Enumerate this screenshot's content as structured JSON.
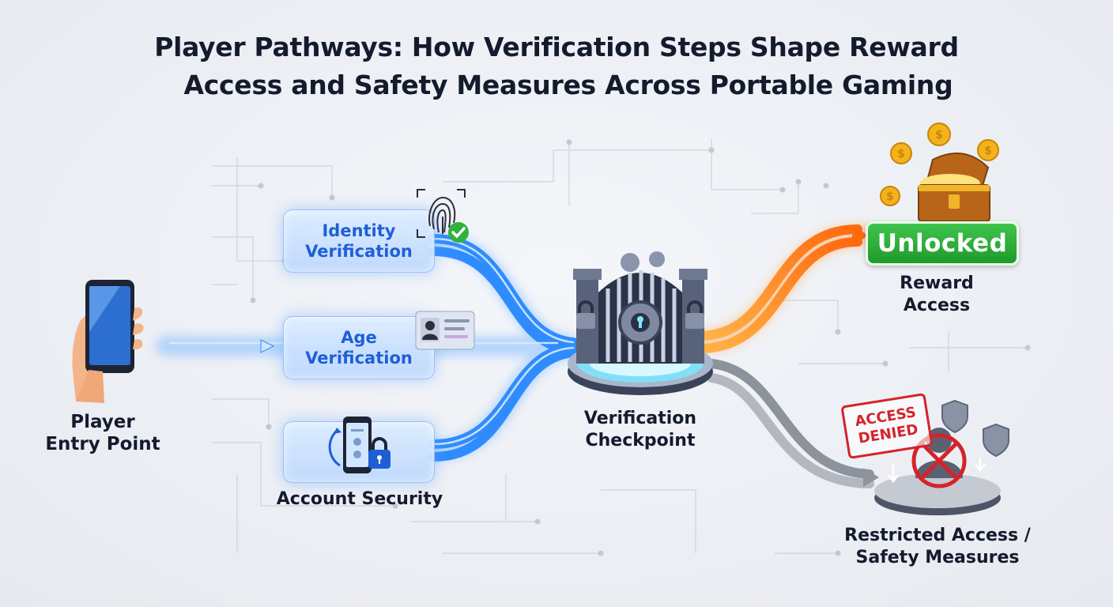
{
  "title": {
    "line1": "Player Pathways: How Verification Steps Shape Reward",
    "line2": "Access and Safety Measures Across Portable Gaming"
  },
  "entry": {
    "label_line1": "Player",
    "label_line2": "Entry Point",
    "icon": "smartphone-hand-icon"
  },
  "steps": [
    {
      "label_line1": "Identity",
      "label_line2": "Verification",
      "icon": "fingerprint-check-icon"
    },
    {
      "label_line1": "Age",
      "label_line2": "Verification",
      "icon": "id-card-icon"
    },
    {
      "label_line1": "",
      "label_line2": "",
      "caption": "Account Security",
      "icon": "phone-lock-icon"
    }
  ],
  "checkpoint": {
    "label_line1": "Verification",
    "label_line2": "Checkpoint",
    "icon": "locked-gate-icon"
  },
  "reward": {
    "badge": "Unlocked",
    "label_line1": "Reward",
    "label_line2": "Access",
    "icon": "treasure-chest-coins-icon"
  },
  "restricted": {
    "stamp_line1": "ACCESS",
    "stamp_line2": "DENIED",
    "label_line1": "Restricted Access /",
    "label_line2": "Safety Measures",
    "icon": "blocked-user-icon"
  },
  "colors": {
    "blue_path": "#2f8cff",
    "orange_path": "#ff7a1a",
    "gray_path": "#9aa0aa",
    "green_badge": "#2fb23c",
    "red_stamp": "#d4232b",
    "title": "#141b2d"
  }
}
